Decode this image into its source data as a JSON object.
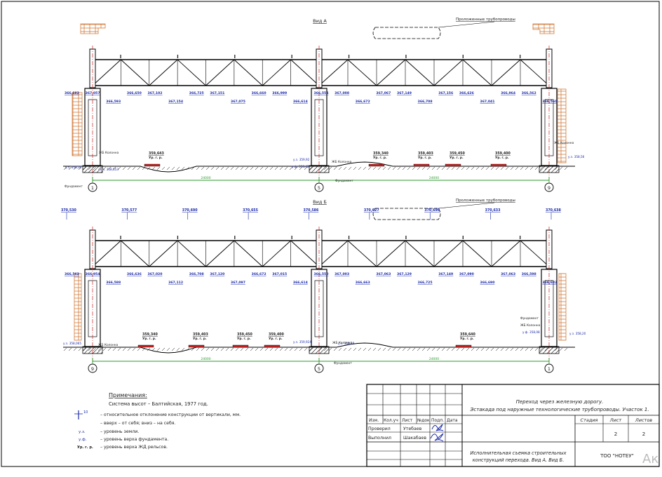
{
  "views": [
    {
      "title": "Вид А",
      "pipe_label": "Проложенные трубопроводы",
      "col_labels": [
        "1",
        "5",
        "9"
      ],
      "bottom_elevs": [
        "366,682",
        "367,057",
        "366,593",
        "366,650",
        "367,102",
        "367,154",
        "366,725",
        "367,151",
        "367,075",
        "366,660",
        "366,999",
        "366,614",
        "366,554",
        "367,008",
        "366,672",
        "367,067",
        "367,149",
        "366,708",
        "367,156",
        "366,626",
        "367,041",
        "366,964",
        "366,562",
        "366,560"
      ],
      "top_elevs": [],
      "rail_elevs": [
        "359,643",
        "359,340",
        "359,403",
        "359,450",
        "359,400"
      ],
      "ground_marks": [
        "у.з. 358,30",
        "у.з. 358,653",
        "у.з. 359,92",
        "у.ф. 358,42",
        "у.з. 358,56"
      ],
      "kolonna": [
        "ЖБ Колонна",
        "ЖБ Колонна",
        "ЖБ Колонна"
      ],
      "fundament": [
        "Фундамент",
        "Фундамент"
      ],
      "spans": [
        "24000",
        "24000"
      ]
    },
    {
      "title": "Вид Б",
      "pipe_label": "Проложенные трубопроводы",
      "col_labels": [
        "9",
        "5",
        "1"
      ],
      "top_elevs": [
        "370,530",
        "370,577",
        "370,690",
        "370,655",
        "370,586",
        "370,627",
        "370,690",
        "370,633",
        "370,638"
      ],
      "bottom_elevs": [
        "366,562",
        "366,954",
        "366,588",
        "366,636",
        "367,020",
        "367,112",
        "366,708",
        "367,120",
        "367,097",
        "366,672",
        "367,015",
        "366,614",
        "366,550",
        "367,003",
        "366,663",
        "367,063",
        "367,129",
        "366,725",
        "367,149",
        "367,090",
        "366,690",
        "367,063",
        "366,598",
        "366,682"
      ],
      "rail_elevs": [
        "359,340",
        "359,403",
        "359,450",
        "359,400",
        "359,640"
      ],
      "ground_marks": [
        "у.з. 358,065",
        "у.з. 359,924",
        "у.з. 359,28",
        "у.ф. 358,08",
        "у.з. 358,20"
      ],
      "kolonna": [
        "ЖБ Колонна",
        "ЖБ Колонна",
        "ЖБ Колонна"
      ],
      "fundament": [
        "Фундамент",
        "Фундамент"
      ],
      "spans": [
        "24000",
        "24000"
      ]
    }
  ],
  "rail_tag": "Ур. г. р.",
  "notes": {
    "heading": "Примечания:",
    "items": [
      "Система высот – Балтийская, 1977 год.",
      "– относительное отклонение конструкции от вертикали, мм.",
      "– вверх – от себя; вниз – на себя.",
      "– уровень земли.",
      "– уровень верха фундамента.",
      "– уровень верха ЖД рельсов."
    ],
    "symbols": [
      "10",
      "у.з.",
      "у.ф.",
      "Ур. г. р."
    ]
  },
  "title_block": {
    "headers": [
      "Изм.",
      "Кол.уч",
      "Лист",
      "№док",
      "Подп.",
      "Дата"
    ],
    "roles": [
      {
        "role": "Проверил",
        "name": "Утебаев"
      },
      {
        "role": "Выполнил",
        "name": "Шакабаев"
      }
    ],
    "title_line1": "Переход через железную дорогу.",
    "title_line2": "Эстакада под наружные технологические трубопроводы. Участок 1.",
    "drawing_line1": "Исполнительная съемка строительных",
    "drawing_line2": "конструкций перехода. Вид А. Вид Б.",
    "stage_label": "Стадия",
    "sheet_label": "Лист",
    "sheets_label": "Листов",
    "sheet_no": "2",
    "sheets_total": "2",
    "company": "ТОО \"НОТЕУ\""
  },
  "watermark": "Ак"
}
